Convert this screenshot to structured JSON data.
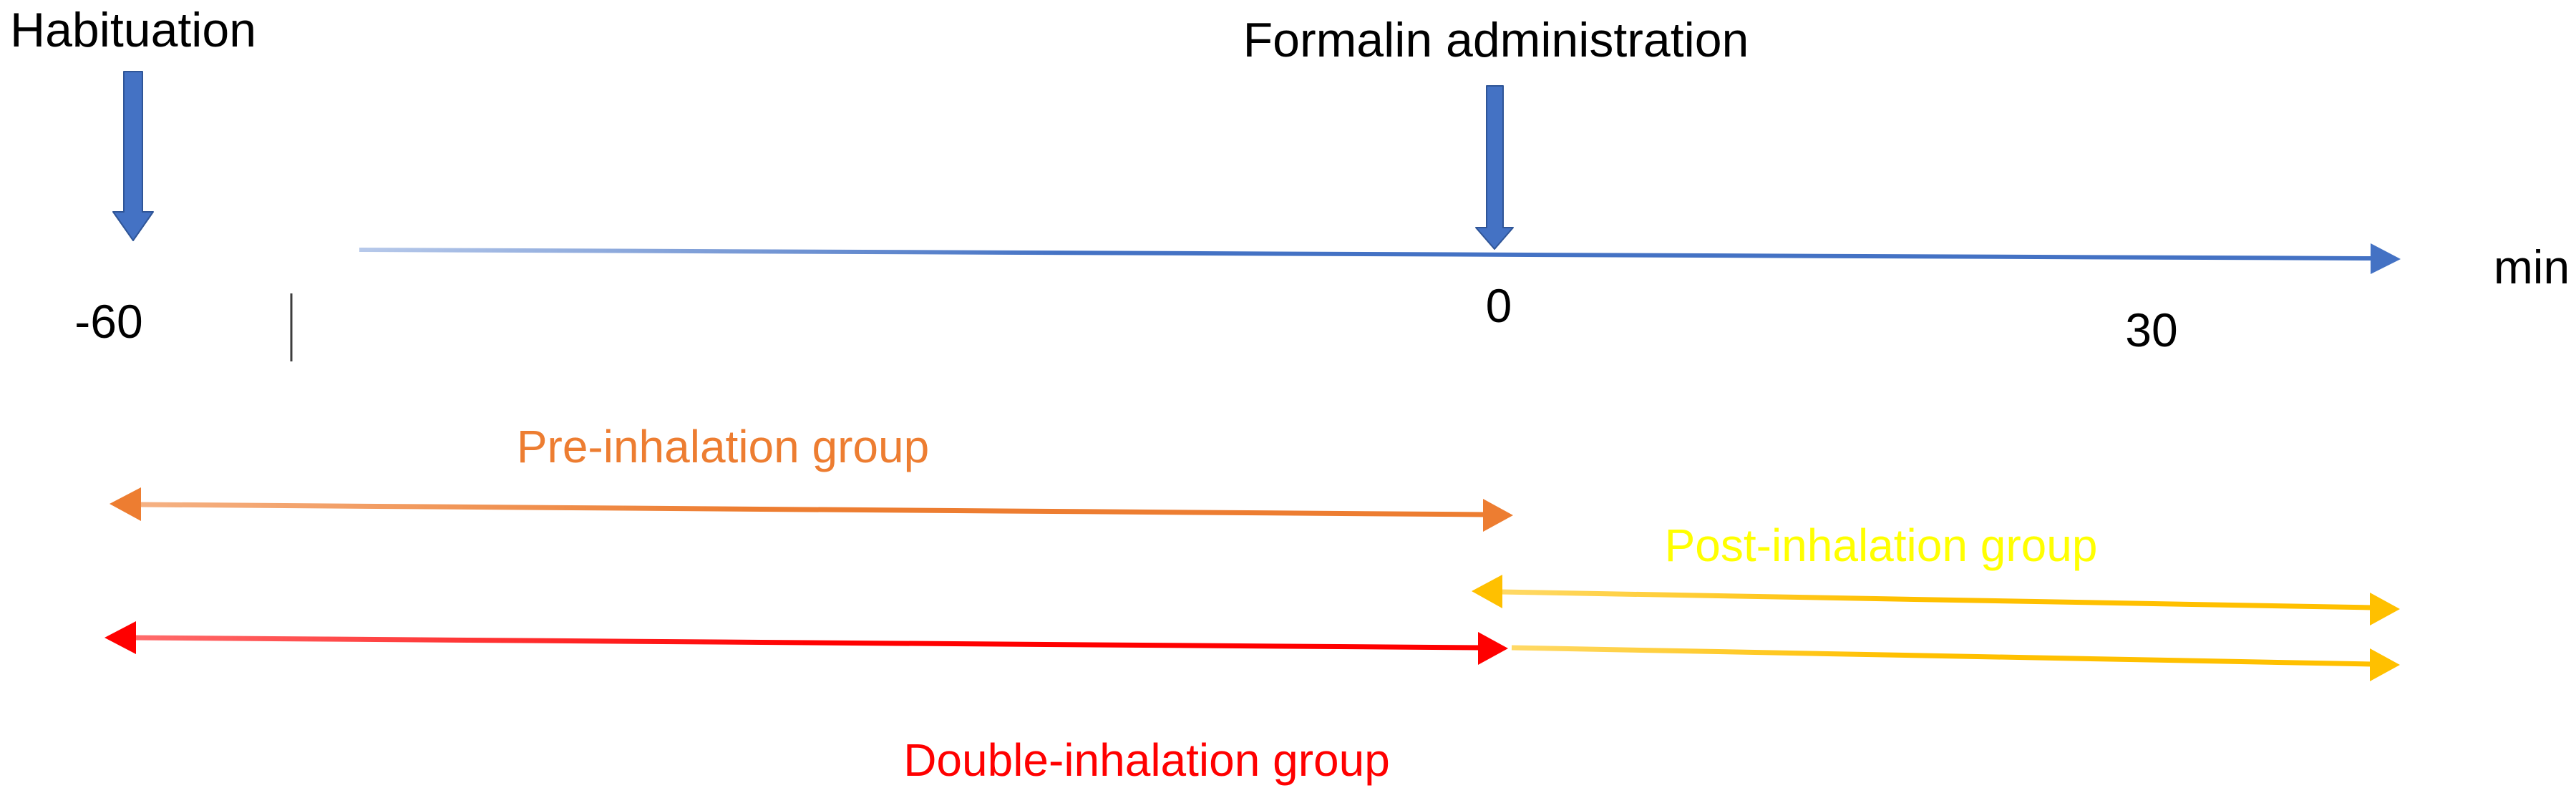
{
  "events": [
    {
      "label": "Habituation",
      "at_tick": "-60"
    },
    {
      "label": "Formalin administration",
      "at_tick": "0"
    }
  ],
  "axis": {
    "unit_label": "min",
    "ticks": [
      {
        "label": "-60"
      },
      {
        "label": "0"
      },
      {
        "label": "30"
      }
    ]
  },
  "groups": [
    {
      "label": "Pre-inhalation group",
      "label_color": "#ED7D31",
      "arrow_color": "#ED7D31",
      "span": "-60 to 0"
    },
    {
      "label": "Post-inhalation group",
      "label_color": "#FFFF00",
      "arrow_color": "#FFC000",
      "span": "0 to past 30"
    },
    {
      "label": "Double-inhalation group",
      "label_color": "#FF0000",
      "arrow_color": "#FF0000",
      "arrow_color_after_zero": "#FFC000",
      "span": "-60 to past 30"
    }
  ],
  "colors": {
    "event_arrow_blue": "#4472C4",
    "timeline_blue": "#4472C4",
    "pre_group_orange": "#ED7D31",
    "post_group_arrow_gold": "#FFC000",
    "post_group_label_yellow": "#FFFF00",
    "double_group_red": "#FF0000",
    "tick_mark_gray": "#3D3D3D",
    "text_black": "#000000",
    "background": "#FFFFFF"
  }
}
